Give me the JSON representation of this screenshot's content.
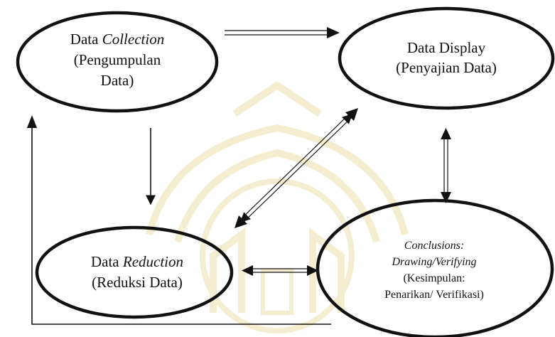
{
  "nodes": {
    "collection": {
      "line1_prefix": "Data ",
      "line1_em": "Collection",
      "line2": "(Pengumpulan",
      "line3": "Data)"
    },
    "display": {
      "line1": "Data Display",
      "line2": "(Penyajian Data)"
    },
    "reduction": {
      "line1_prefix": "Data ",
      "line1_em": "Reduction",
      "line2": "(Reduksi Data)"
    },
    "conclusions": {
      "line1": "Conclusions:",
      "line2": "Drawing/Verifying",
      "line3": "(Kesimpulan:",
      "line4": "Penarikan/ Verifikasi)"
    }
  },
  "edges": [
    {
      "from": "collection",
      "to": "display",
      "style": "double-line",
      "direction": "one-way"
    },
    {
      "from": "collection",
      "to": "reduction",
      "style": "single",
      "direction": "one-way"
    },
    {
      "from": "display",
      "to": "reduction",
      "style": "double-line",
      "direction": "two-way"
    },
    {
      "from": "display",
      "to": "conclusions",
      "style": "double-line",
      "direction": "two-way"
    },
    {
      "from": "reduction",
      "to": "conclusions",
      "style": "double-line",
      "direction": "two-way"
    },
    {
      "from": "conclusions",
      "to": "collection",
      "style": "single",
      "direction": "one-way"
    }
  ],
  "colors": {
    "stroke": "#111111",
    "watermark": "#d9c25a",
    "background": "#ffffff"
  }
}
